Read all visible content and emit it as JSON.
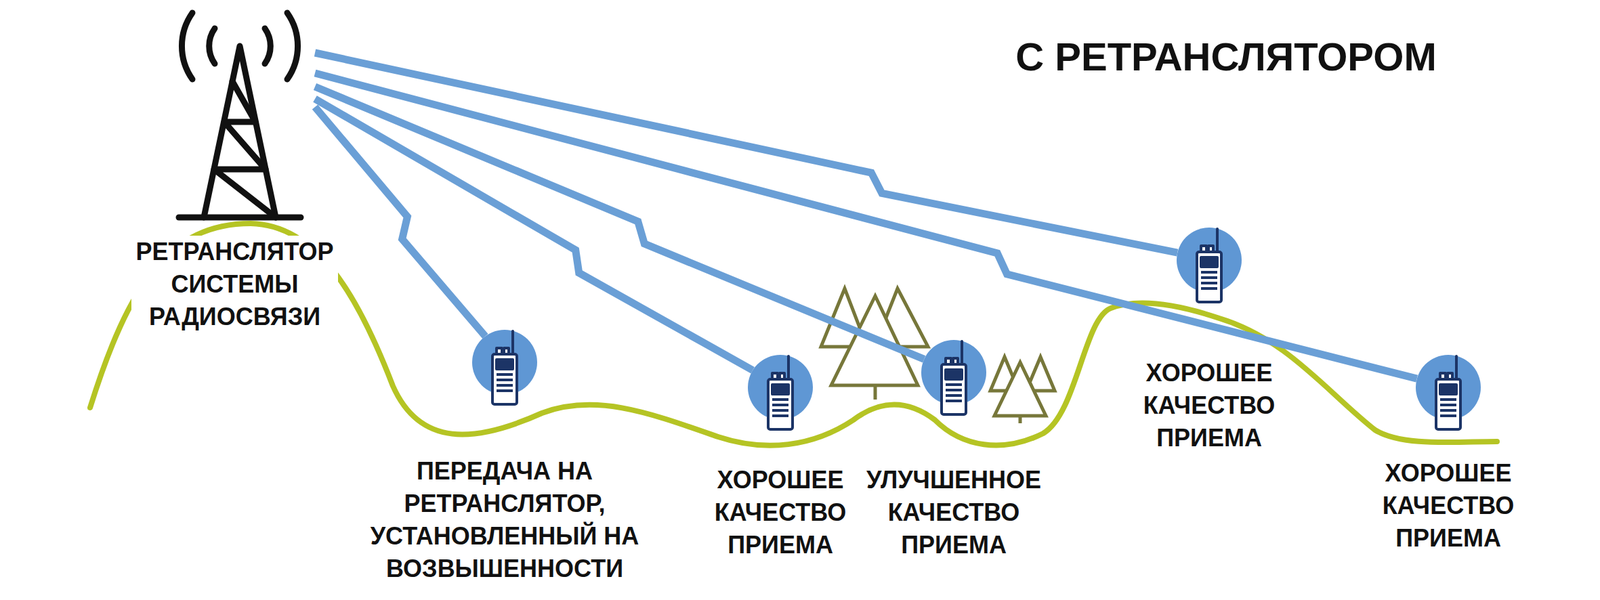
{
  "diagram": {
    "title": "С РЕТРАНСЛЯТОРОМ",
    "nodes": [
      {
        "text": [
          "РЕТРАНСЛЯТОР СИСТЕМЫ РАДИОСВЯЗИ"
        ]
      },
      {
        "text": [
          "ПЕРЕДАЧА НА РЕТРАНСЛЯТОР, УСТАНОВЛЕННЫЙ НА ВОЗВЫШЕННОСТИ"
        ]
      },
      {
        "text": [
          "ХОРОШЕЕ КАЧЕСТВО ПРИЕМА"
        ]
      },
      {
        "text": [
          "УЛУЧШЕННОЕ КАЧЕСТВО ПРИЕМА"
        ]
      },
      {
        "text": [
          "ХОРОШЕЕ КАЧЕСТВО ПРИЕМА"
        ]
      },
      {
        "text": [
          "ХОРОШЕЕ КАЧЕСТВО ПРИЕМА"
        ]
      }
    ],
    "edges": [
      {
        "from": 0,
        "to": 1,
        "arrow": "none"
      },
      {
        "from": 0,
        "to": 2,
        "arrow": "none"
      },
      {
        "from": 0,
        "to": 3,
        "arrow": "none"
      },
      {
        "from": 0,
        "to": 4,
        "arrow": "none"
      },
      {
        "from": 0,
        "to": 5,
        "arrow": "none"
      }
    ]
  }
}
